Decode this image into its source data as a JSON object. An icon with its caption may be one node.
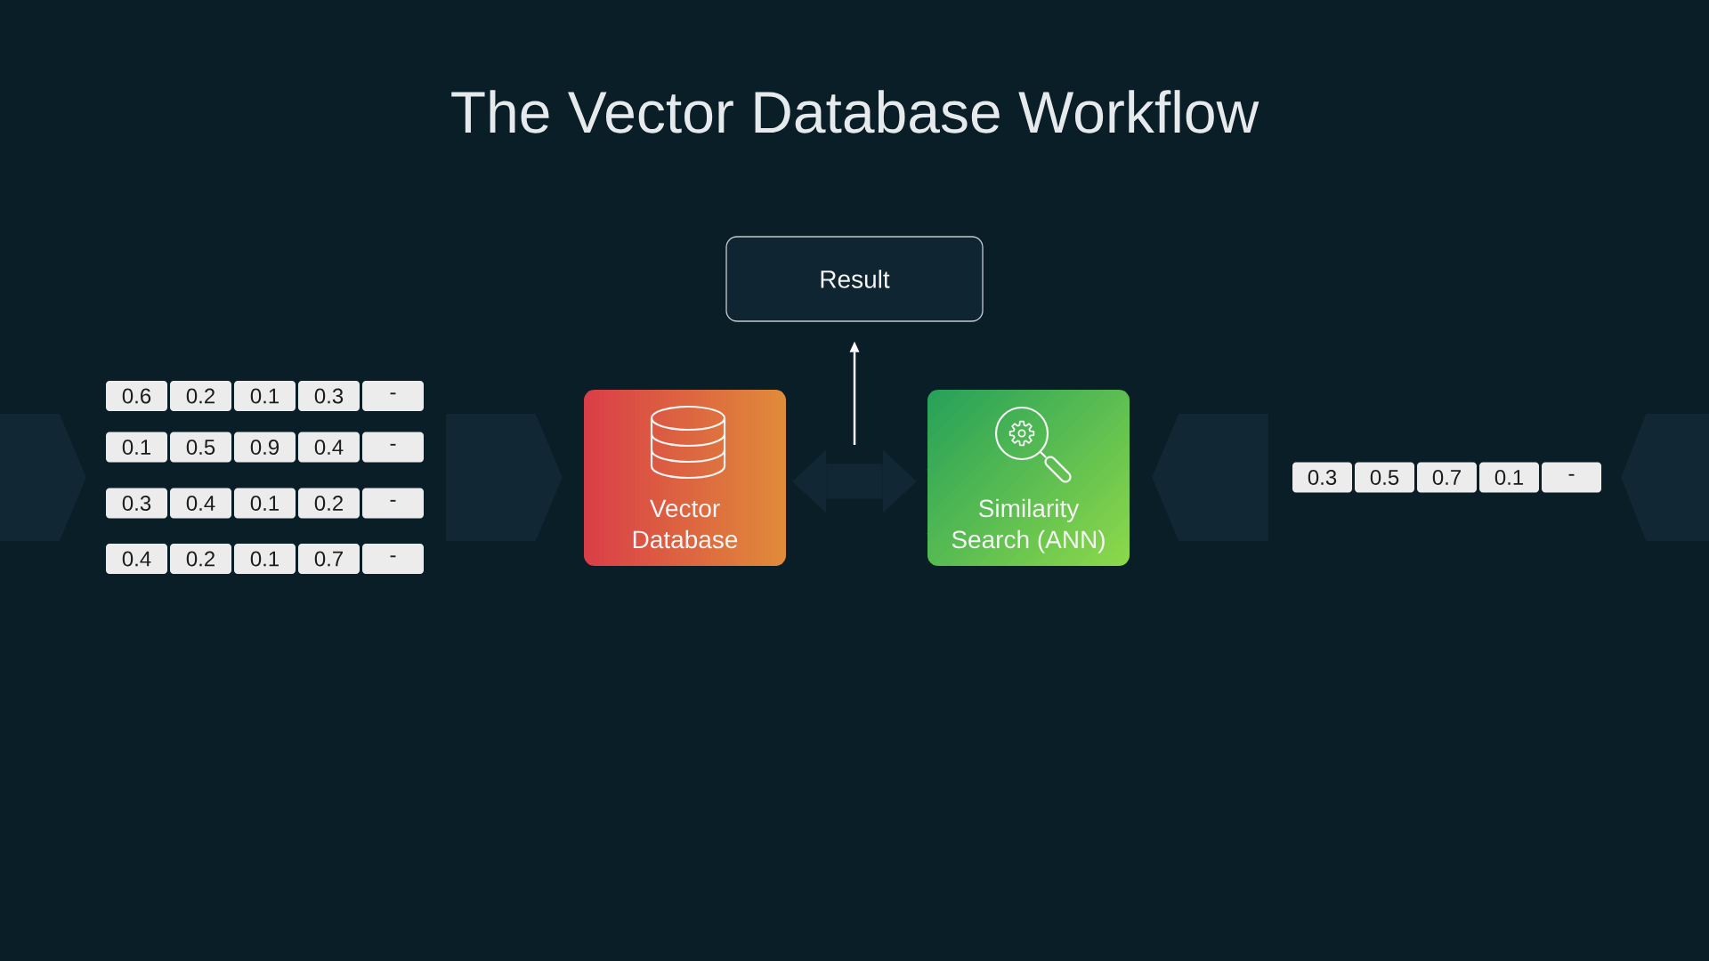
{
  "diagram": {
    "title": "The Vector Database Workflow",
    "nodes": [
      {
        "text": [
          "0.6"
        ]
      },
      {
        "text": [
          "0.2"
        ]
      },
      {
        "text": [
          "0.1"
        ]
      },
      {
        "text": [
          "0.3"
        ]
      },
      {
        "text": [
          "-"
        ]
      },
      {
        "text": [
          "0.1"
        ]
      },
      {
        "text": [
          "0.5"
        ]
      },
      {
        "text": [
          "0.9"
        ]
      },
      {
        "text": [
          "0.4"
        ]
      },
      {
        "text": [
          "-"
        ]
      },
      {
        "text": [
          "0.3"
        ]
      },
      {
        "text": [
          "0.4"
        ]
      },
      {
        "text": [
          "0.1"
        ]
      },
      {
        "text": [
          "0.2"
        ]
      },
      {
        "text": [
          "-"
        ]
      },
      {
        "text": [
          "0.4"
        ]
      },
      {
        "text": [
          "0.2"
        ]
      },
      {
        "text": [
          "0.1"
        ]
      },
      {
        "text": [
          "0.7"
        ]
      },
      {
        "text": [
          "-"
        ]
      },
      {
        "text": [
          "Vector Database"
        ]
      },
      {
        "text": [
          "Result"
        ]
      },
      {
        "text": [
          "Similarity Search (ANN)"
        ]
      },
      {
        "text": [
          "0.3"
        ]
      },
      {
        "text": [
          "0.5"
        ]
      },
      {
        "text": [
          "0.7"
        ]
      },
      {
        "text": [
          "0.1"
        ]
      },
      {
        "text": [
          "-"
        ]
      }
    ],
    "edges": [
      {
        "from": null,
        "to": 5,
        "arrow": "to"
      },
      {
        "from": 9,
        "to": 20,
        "arrow": "to"
      },
      {
        "from": 20,
        "to": 22,
        "arrow": "both",
        "style": "thick"
      },
      {
        "from": null,
        "to": 21,
        "arrow": "to",
        "color": "#ffffff"
      },
      {
        "from": 23,
        "to": 22,
        "arrow": "to"
      },
      {
        "from": null,
        "to": 27,
        "arrow": "to"
      }
    ]
  }
}
